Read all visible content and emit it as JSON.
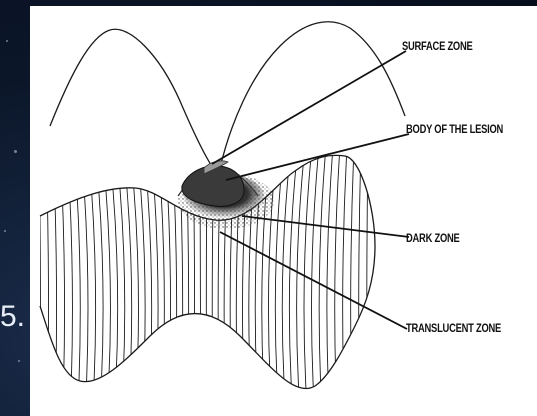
{
  "diagram": {
    "labels": {
      "surface_zone": "SURFACE ZONE",
      "body_of_lesion": "BODY OF THE LESION",
      "dark_zone": "DARK ZONE",
      "translucent_zone": "TRANSLUCENT ZONE"
    },
    "colors": {
      "panel_background": "#ffffff",
      "slide_background": "#0b1629",
      "line": "#1a1a1a",
      "lesion_body": "#3a3a3a"
    }
  },
  "edge_glyph": "5."
}
